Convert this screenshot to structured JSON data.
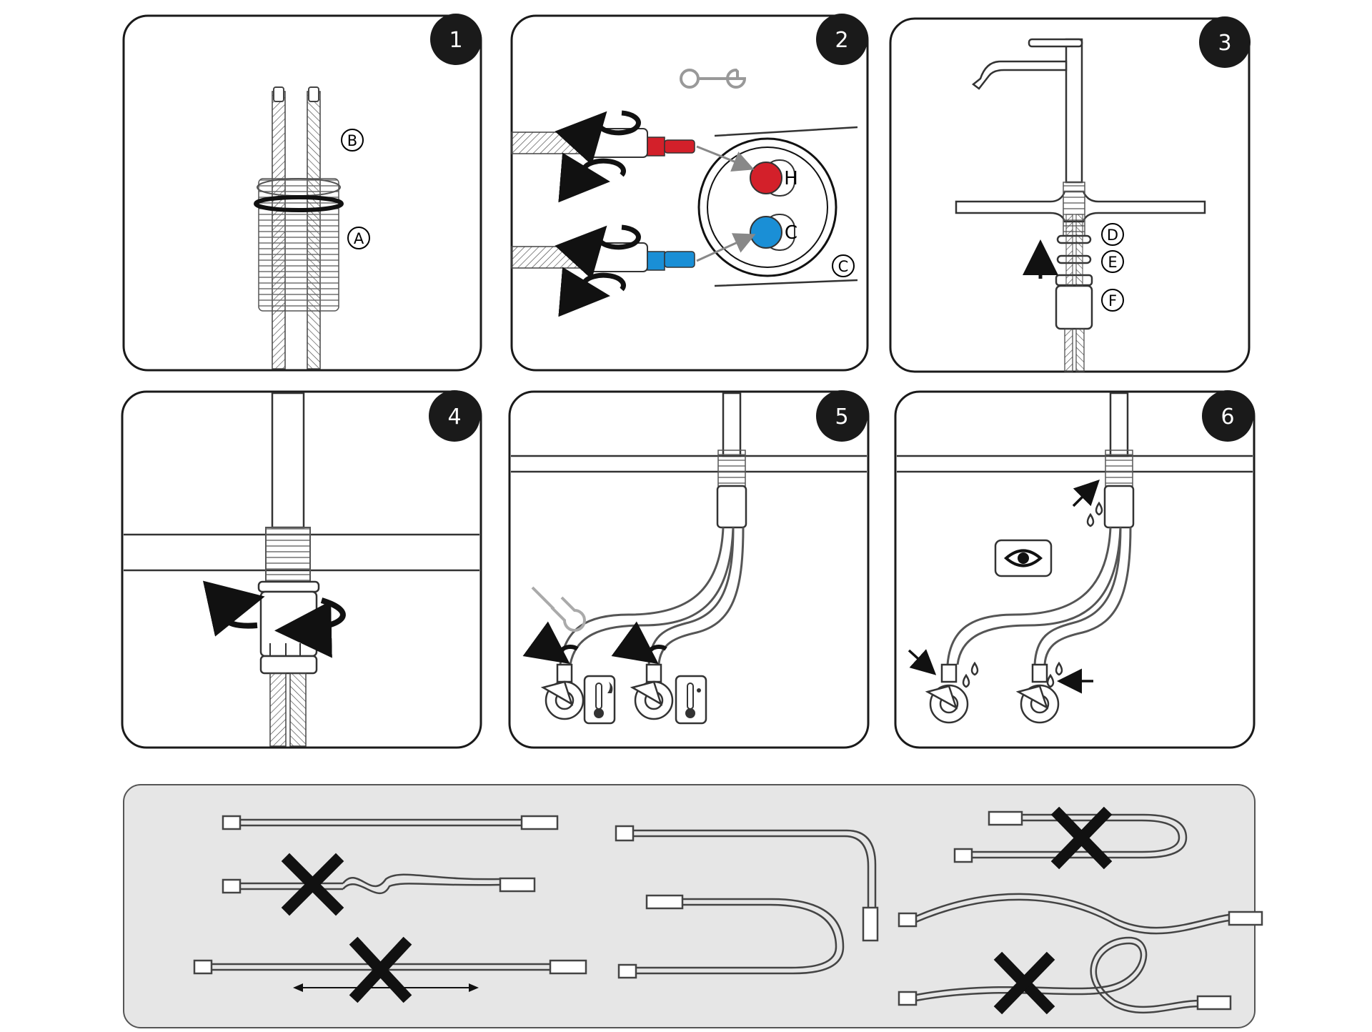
{
  "steps": [
    {
      "number": "1",
      "labels": [
        "B",
        "A"
      ]
    },
    {
      "number": "2",
      "labels": [
        "H",
        "C",
        "C"
      ]
    },
    {
      "number": "3",
      "labels": [
        "D",
        "E",
        "F"
      ]
    },
    {
      "number": "4",
      "labels": []
    },
    {
      "number": "5",
      "labels": []
    },
    {
      "number": "6",
      "labels": []
    }
  ],
  "colors": {
    "hot": "#d3202a",
    "cold": "#1a8fd6",
    "panel_border": "#1a1a1a",
    "bottom_panel_bg": "#e6e6e6",
    "badge": "#1a1a1a"
  },
  "icons": {
    "step2": "wrench-icon",
    "step5": [
      "wrench-icon",
      "hot-thermometer-icon",
      "cold-thermometer-icon"
    ],
    "step6": [
      "eye-icon",
      "water-drop-icon"
    ],
    "bottom": "cross-mark-icon"
  },
  "hose_guide": [
    {
      "shape": "straight",
      "allowed": true
    },
    {
      "shape": "twisted",
      "allowed": false
    },
    {
      "shape": "stretched",
      "allowed": false
    },
    {
      "shape": "gentle-bend-and-u-loop",
      "allowed": true
    },
    {
      "shape": "tight-loop",
      "allowed": false
    },
    {
      "shape": "wavy",
      "allowed": true
    },
    {
      "shape": "coiled",
      "allowed": false
    }
  ]
}
